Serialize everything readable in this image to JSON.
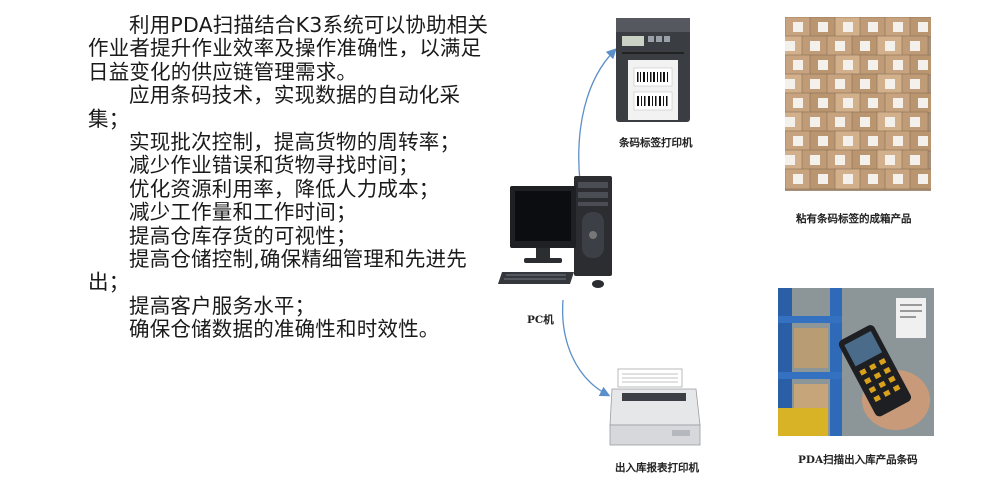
{
  "paragraphs": [
    "利用PDA扫描结合K3系统可以协助相关作业者提升作业效率及操作准确性，以满足日益变化的供应链管理需求。",
    "应用条码技术，实现数据的自动化采集；",
    "实现批次控制，提高货物的周转率；",
    "减少作业错误和货物寻找时间；",
    "优化资源利用率，降低人力成本；",
    "减少工作量和工作时间；",
    "提高仓库存货的可视性；",
    "提高仓储控制,确保精细管理和先进先出；",
    "提高客户服务水平；",
    "确保仓储数据的准确性和时效性。"
  ],
  "diagram": {
    "label_printer": "条码标签打印机",
    "pc": "PC机",
    "report_printer": "出入库报表打印机",
    "boxed_products": "粘有条码标签的成箱产品",
    "pda_scan": "PDA扫描出入库产品条码"
  },
  "colors": {
    "text": "#1a1a1a",
    "arrow": "#5b8fc9"
  }
}
